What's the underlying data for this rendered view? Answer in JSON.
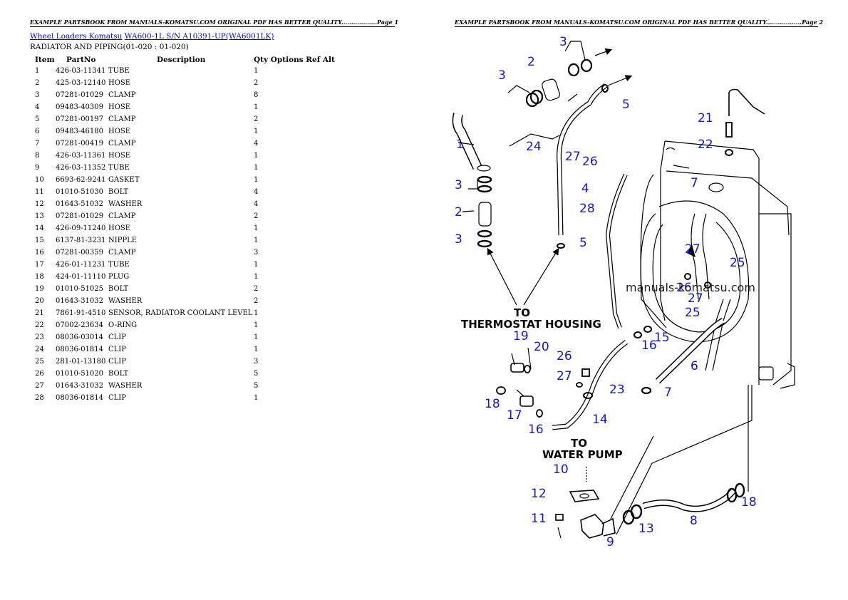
{
  "page1": {
    "header": "EXAMPLE PARTSBOOK FROM MANUALS-KOMATSU.COM ORIGINAL PDF HAS BETTER QUALITY..................Page 1",
    "breadcrumb": {
      "link1": "Wheel Loaders Komatsu",
      "link2": "WA600-1L S/N A10391-UP(WA6001LK)"
    },
    "section_title": "RADIATOR AND PIPING(01-020 : 01-020)",
    "table": {
      "headers": {
        "item": "Item",
        "partno": "PartNo",
        "description": "Description",
        "qty": "Qty Options Ref Alt"
      },
      "rows": [
        {
          "item": "1",
          "partno": "426-03-11341",
          "description": "TUBE",
          "qty": "1"
        },
        {
          "item": "2",
          "partno": "425-03-12140",
          "description": "HOSE",
          "qty": "2"
        },
        {
          "item": "3",
          "partno": "07281-01029",
          "description": "CLAMP",
          "qty": "8"
        },
        {
          "item": "4",
          "partno": "09483-40309",
          "description": "HOSE",
          "qty": "1"
        },
        {
          "item": "5",
          "partno": "07281-00197",
          "description": "CLAMP",
          "qty": "2"
        },
        {
          "item": "6",
          "partno": "09483-46180",
          "description": "HOSE",
          "qty": "1"
        },
        {
          "item": "7",
          "partno": "07281-00419",
          "description": "CLAMP",
          "qty": "4"
        },
        {
          "item": "8",
          "partno": "426-03-11361",
          "description": "HOSE",
          "qty": "1"
        },
        {
          "item": "9",
          "partno": "426-03-11352",
          "description": "TUBE",
          "qty": "1"
        },
        {
          "item": "10",
          "partno": "6693-62-9241",
          "description": "GASKET",
          "qty": "1"
        },
        {
          "item": "11",
          "partno": "01010-51030",
          "description": "BOLT",
          "qty": "4"
        },
        {
          "item": "12",
          "partno": "01643-51032",
          "description": "WASHER",
          "qty": "4"
        },
        {
          "item": "13",
          "partno": "07281-01029",
          "description": "CLAMP",
          "qty": "2"
        },
        {
          "item": "14",
          "partno": "426-09-11240",
          "description": "HOSE",
          "qty": "1"
        },
        {
          "item": "15",
          "partno": "6137-81-3231",
          "description": "NIPPLE",
          "qty": "1"
        },
        {
          "item": "16",
          "partno": "07281-00359",
          "description": "CLAMP",
          "qty": "3"
        },
        {
          "item": "17",
          "partno": "426-01-11231",
          "description": "TUBE",
          "qty": "1"
        },
        {
          "item": "18",
          "partno": "424-01-11110",
          "description": "PLUG",
          "qty": "1"
        },
        {
          "item": "19",
          "partno": "01010-51025",
          "description": "BOLT",
          "qty": "2"
        },
        {
          "item": "20",
          "partno": "01643-31032",
          "description": "WASHER",
          "qty": "2"
        },
        {
          "item": "21",
          "partno": "7861-91-4510",
          "description": "SENSOR, RADIATOR COOLANT LEVEL",
          "qty": "1"
        },
        {
          "item": "22",
          "partno": "07002-23634",
          "description": "O-RING",
          "qty": "1"
        },
        {
          "item": "23",
          "partno": "08036-03014",
          "description": "CLIP",
          "qty": "1"
        },
        {
          "item": "24",
          "partno": "08036-01814",
          "description": "CLIP",
          "qty": "1"
        },
        {
          "item": "25",
          "partno": "281-01-13180",
          "description": "CLIP",
          "qty": "3"
        },
        {
          "item": "26",
          "partno": "01010-51020",
          "description": "BOLT",
          "qty": "5"
        },
        {
          "item": "27",
          "partno": "01643-31032",
          "description": "WASHER",
          "qty": "5"
        },
        {
          "item": "28",
          "partno": "08036-01814",
          "description": "CLIP",
          "qty": "1"
        }
      ]
    }
  },
  "page2": {
    "header": "EXAMPLE PARTSBOOK FROM MANUALS-KOMATSU.COM ORIGINAL PDF HAS BETTER QUALITY..................Page 2",
    "diagram": {
      "caption_thermostat_1": "TO",
      "caption_thermostat_2": "THERMOSTAT HOUSING",
      "caption_pump_1": "TO",
      "caption_pump_2": "WATER PUMP",
      "watermark": "manuals-komatsu.com",
      "callouts": {
        "n1": "1",
        "n2a": "2",
        "n2b": "2",
        "n3a": "3",
        "n3b": "3",
        "n3c": "3",
        "n3d": "3",
        "n4": "4",
        "n5a": "5",
        "n5b": "5",
        "n6": "6",
        "n7a": "7",
        "n7b": "7",
        "n8": "8",
        "n9": "9",
        "n10": "10",
        "n11": "11",
        "n12": "12",
        "n13": "13",
        "n14": "14",
        "n15": "15",
        "n16a": "16",
        "n16b": "16",
        "n17": "17",
        "n18a": "18",
        "n18b": "18",
        "n19": "19",
        "n20": "20",
        "n21": "21",
        "n22": "22",
        "n23": "23",
        "n24": "24",
        "n25a": "25",
        "n25b": "25",
        "n26a": "26",
        "n26b": "26",
        "n26c": "26",
        "n27a": "27",
        "n27b": "27",
        "n27c": "27",
        "n27d": "27",
        "n28": "28"
      }
    }
  }
}
